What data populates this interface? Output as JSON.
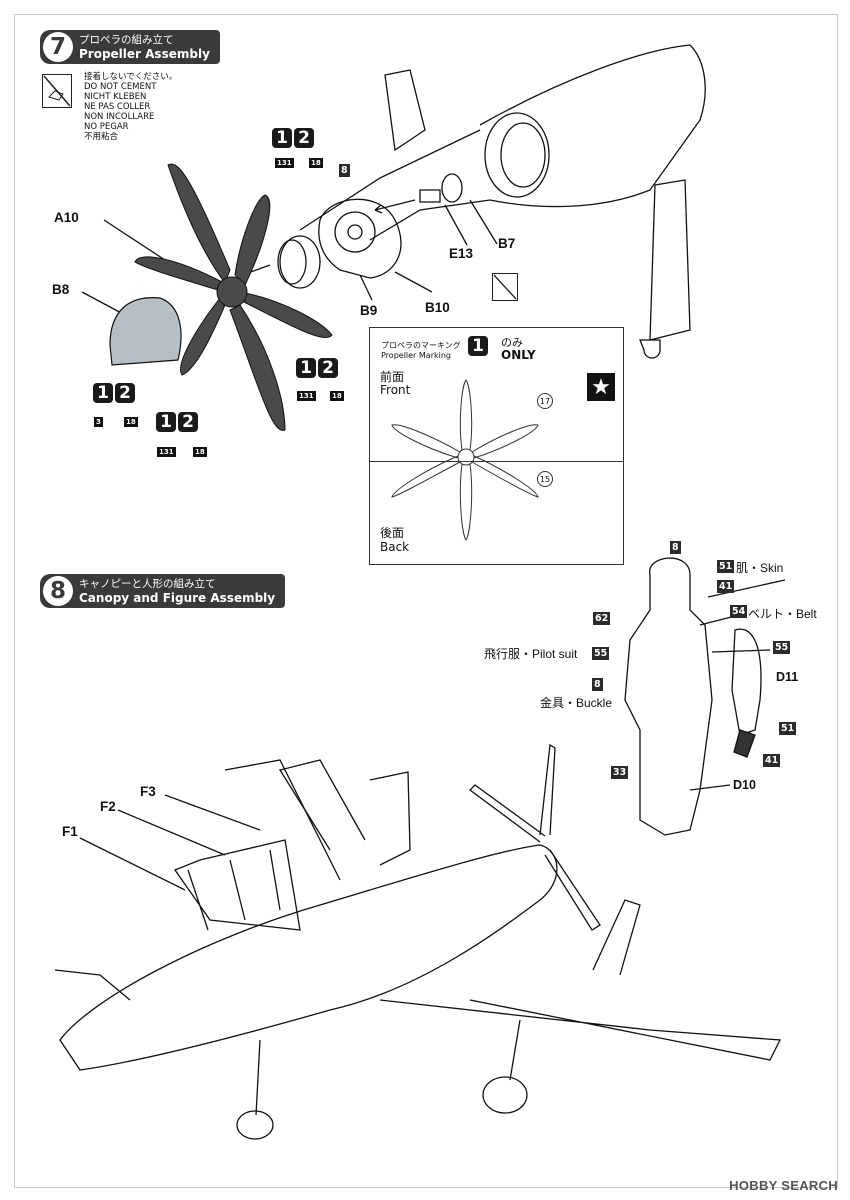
{
  "step7": {
    "number": "7",
    "title_jp": "プロペラの組み立て",
    "title_en": "Propeller Assembly"
  },
  "step8": {
    "number": "8",
    "title_jp": "キャノピーと人形の組み立て",
    "title_en": "Canopy and Figure Assembly"
  },
  "no_cement": [
    "接着しないでください。",
    "DO NOT CEMENT",
    "NICHT KLEBEN",
    "NE PAS COLLER",
    "NON INCOLLARE",
    "NO PEGAR",
    "不用粘合"
  ],
  "step7_parts": {
    "a10": "A10",
    "b8": "B8",
    "b9": "B9",
    "b10": "B10",
    "e13": "E13",
    "b7": "B7"
  },
  "color_tags": {
    "c131": "131",
    "c18": "18",
    "c3": "3",
    "c8": "8"
  },
  "marking": {
    "title_jp": "プロペラのマーキング",
    "title_en": "Propeller Marking",
    "only_jp": "のみ",
    "only_en": "ONLY",
    "front_jp": "前面",
    "front_en": "Front",
    "back_jp": "後面",
    "back_en": "Back",
    "decal1": "17",
    "decal2": "15"
  },
  "figure": {
    "skin": "肌・Skin",
    "belt": "ベルト・Belt",
    "suit": "飛行服・Pilot suit",
    "buckle": "金具・Buckle",
    "c8": "8",
    "c51": "51",
    "c41": "41",
    "c54": "54",
    "c62": "62",
    "c55": "55",
    "c33": "33",
    "d11": "D11",
    "d10": "D10"
  },
  "step8_parts": {
    "f1": "F1",
    "f2": "F2",
    "f3": "F3"
  },
  "watermark": "HOBBY SEARCH"
}
